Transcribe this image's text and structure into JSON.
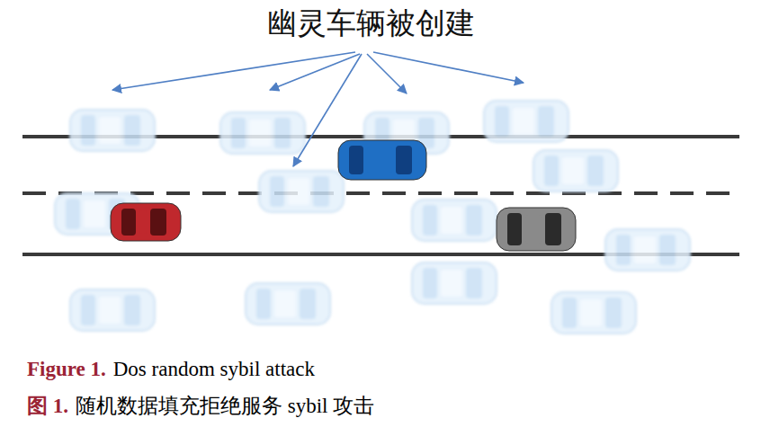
{
  "diagram": {
    "title": "幽灵车辆被创建",
    "labels": [
      "Figure 1.",
      "Dos random sybil attack",
      "图 1.",
      "随机数据填充拒绝服务 sybil 攻击"
    ]
  }
}
